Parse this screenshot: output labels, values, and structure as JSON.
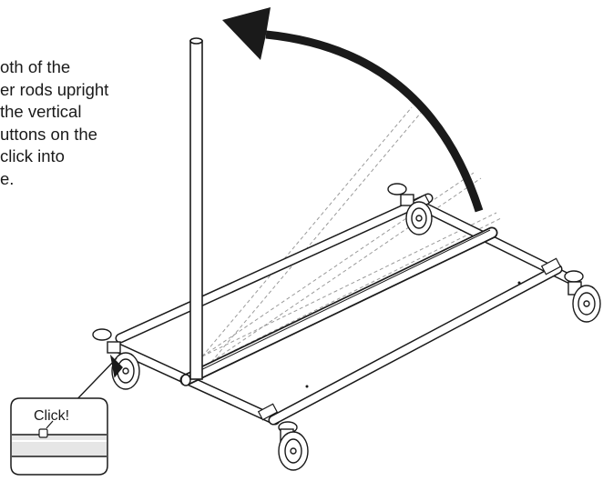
{
  "instructions": {
    "lines": [
      "oth of the",
      "er rods upright",
      "the vertical",
      "uttons on the",
      "click into",
      "e."
    ]
  },
  "callout": {
    "label": "Click!"
  },
  "colors": {
    "ink": "#1a1a1a",
    "ghost": "#9a9a9a",
    "callout_fill": "#e6e6e6"
  }
}
